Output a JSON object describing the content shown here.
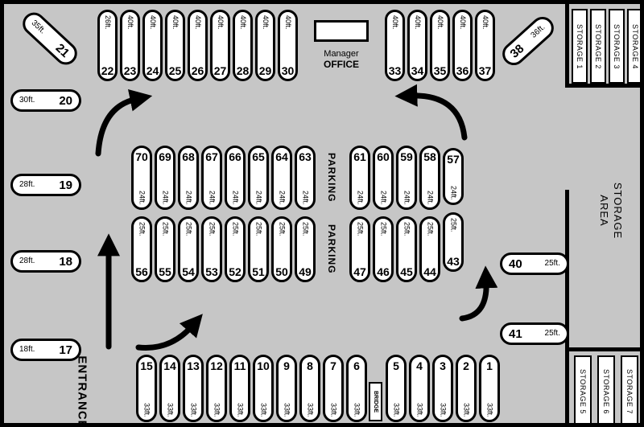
{
  "colors": {
    "background": "#c6c6c6",
    "site_fill": "#ffffff",
    "ink": "#000000"
  },
  "labels": {
    "manager_line1": "Manager",
    "manager_line2": "OFFICE",
    "parking": "PARKING",
    "bridge": "BRIDGE",
    "entrance": "ENTRANCE",
    "storage_area_line1": "STORAGE",
    "storage_area_line2": "AREA"
  },
  "storage_units": {
    "top": [
      "STORAGE 1",
      "STORAGE 2",
      "STORAGE 3",
      "STORAGE 4"
    ],
    "bottom": [
      "STORAGE 5",
      "STORAGE 6",
      "STORAGE 7"
    ]
  },
  "sites": {
    "diag_left": {
      "num": "21",
      "len": "35ft."
    },
    "diag_right": {
      "num": "38",
      "len": "36ft."
    },
    "left_col": [
      {
        "num": "20",
        "len": "30ft."
      },
      {
        "num": "19",
        "len": "28ft."
      },
      {
        "num": "18",
        "len": "28ft."
      },
      {
        "num": "17",
        "len": "18ft."
      }
    ],
    "right_col": [
      {
        "num": "40",
        "len": "25ft."
      },
      {
        "num": "41",
        "len": "25ft."
      }
    ],
    "top_row": [
      {
        "num": "22",
        "len": "26ft."
      },
      {
        "num": "23",
        "len": "40ft."
      },
      {
        "num": "24",
        "len": "40ft."
      },
      {
        "num": "25",
        "len": "40ft."
      },
      {
        "num": "26",
        "len": "40ft."
      },
      {
        "num": "27",
        "len": "40ft."
      },
      {
        "num": "28",
        "len": "40ft."
      },
      {
        "num": "29",
        "len": "40ft."
      },
      {
        "num": "30",
        "len": "40ft."
      }
    ],
    "top_row_right": [
      {
        "num": "33",
        "len": "40ft."
      },
      {
        "num": "34",
        "len": "40ft."
      },
      {
        "num": "35",
        "len": "40ft."
      },
      {
        "num": "36",
        "len": "40ft."
      },
      {
        "num": "37",
        "len": "40ft."
      }
    ],
    "mid_upper_left": [
      {
        "num": "70",
        "len": "24ft."
      },
      {
        "num": "69",
        "len": "24ft."
      },
      {
        "num": "68",
        "len": "24ft."
      },
      {
        "num": "67",
        "len": "24ft."
      },
      {
        "num": "66",
        "len": "24ft."
      },
      {
        "num": "65",
        "len": "24ft."
      },
      {
        "num": "64",
        "len": "24ft."
      },
      {
        "num": "63",
        "len": "24ft."
      }
    ],
    "mid_upper_right": [
      {
        "num": "61",
        "len": "24ft."
      },
      {
        "num": "60",
        "len": "24ft."
      },
      {
        "num": "59",
        "len": "24ft."
      },
      {
        "num": "58",
        "len": "24ft."
      },
      {
        "num": "57",
        "len": "24ft."
      }
    ],
    "mid_lower_left": [
      {
        "num": "56",
        "len": "25ft."
      },
      {
        "num": "55",
        "len": "25ft."
      },
      {
        "num": "54",
        "len": "25ft."
      },
      {
        "num": "53",
        "len": "25ft."
      },
      {
        "num": "52",
        "len": "25ft."
      },
      {
        "num": "51",
        "len": "25ft."
      },
      {
        "num": "50",
        "len": "25ft."
      },
      {
        "num": "49",
        "len": "25ft."
      }
    ],
    "mid_lower_right": [
      {
        "num": "47",
        "len": "25ft."
      },
      {
        "num": "46",
        "len": "25ft."
      },
      {
        "num": "45",
        "len": "25ft."
      },
      {
        "num": "44",
        "len": "25ft."
      },
      {
        "num": "43",
        "len": "25ft."
      }
    ],
    "bottom_left": [
      {
        "num": "15",
        "len": "33ft."
      },
      {
        "num": "14",
        "len": "33ft."
      },
      {
        "num": "13",
        "len": "33ft."
      },
      {
        "num": "12",
        "len": "33ft."
      },
      {
        "num": "11",
        "len": "33ft."
      },
      {
        "num": "10",
        "len": "33ft."
      },
      {
        "num": "9",
        "len": "33ft."
      },
      {
        "num": "8",
        "len": "33ft."
      },
      {
        "num": "7",
        "len": "33ft."
      },
      {
        "num": "6",
        "len": "33ft."
      }
    ],
    "bottom_right": [
      {
        "num": "5",
        "len": "33ft."
      },
      {
        "num": "4",
        "len": "33ft."
      },
      {
        "num": "3",
        "len": "33ft."
      },
      {
        "num": "2",
        "len": "33ft."
      },
      {
        "num": "1",
        "len": "33ft."
      }
    ]
  }
}
